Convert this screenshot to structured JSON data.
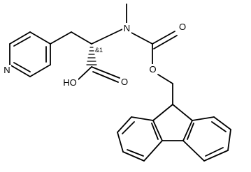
{
  "molecule": {
    "atoms": {
      "n_methyl": "N",
      "o_carbonyl": "O",
      "o_ester": "O",
      "n_pyridine": "N",
      "acid_oh": "HO",
      "o_acid_carbonyl": "O"
    },
    "stereo_label": "&1"
  }
}
